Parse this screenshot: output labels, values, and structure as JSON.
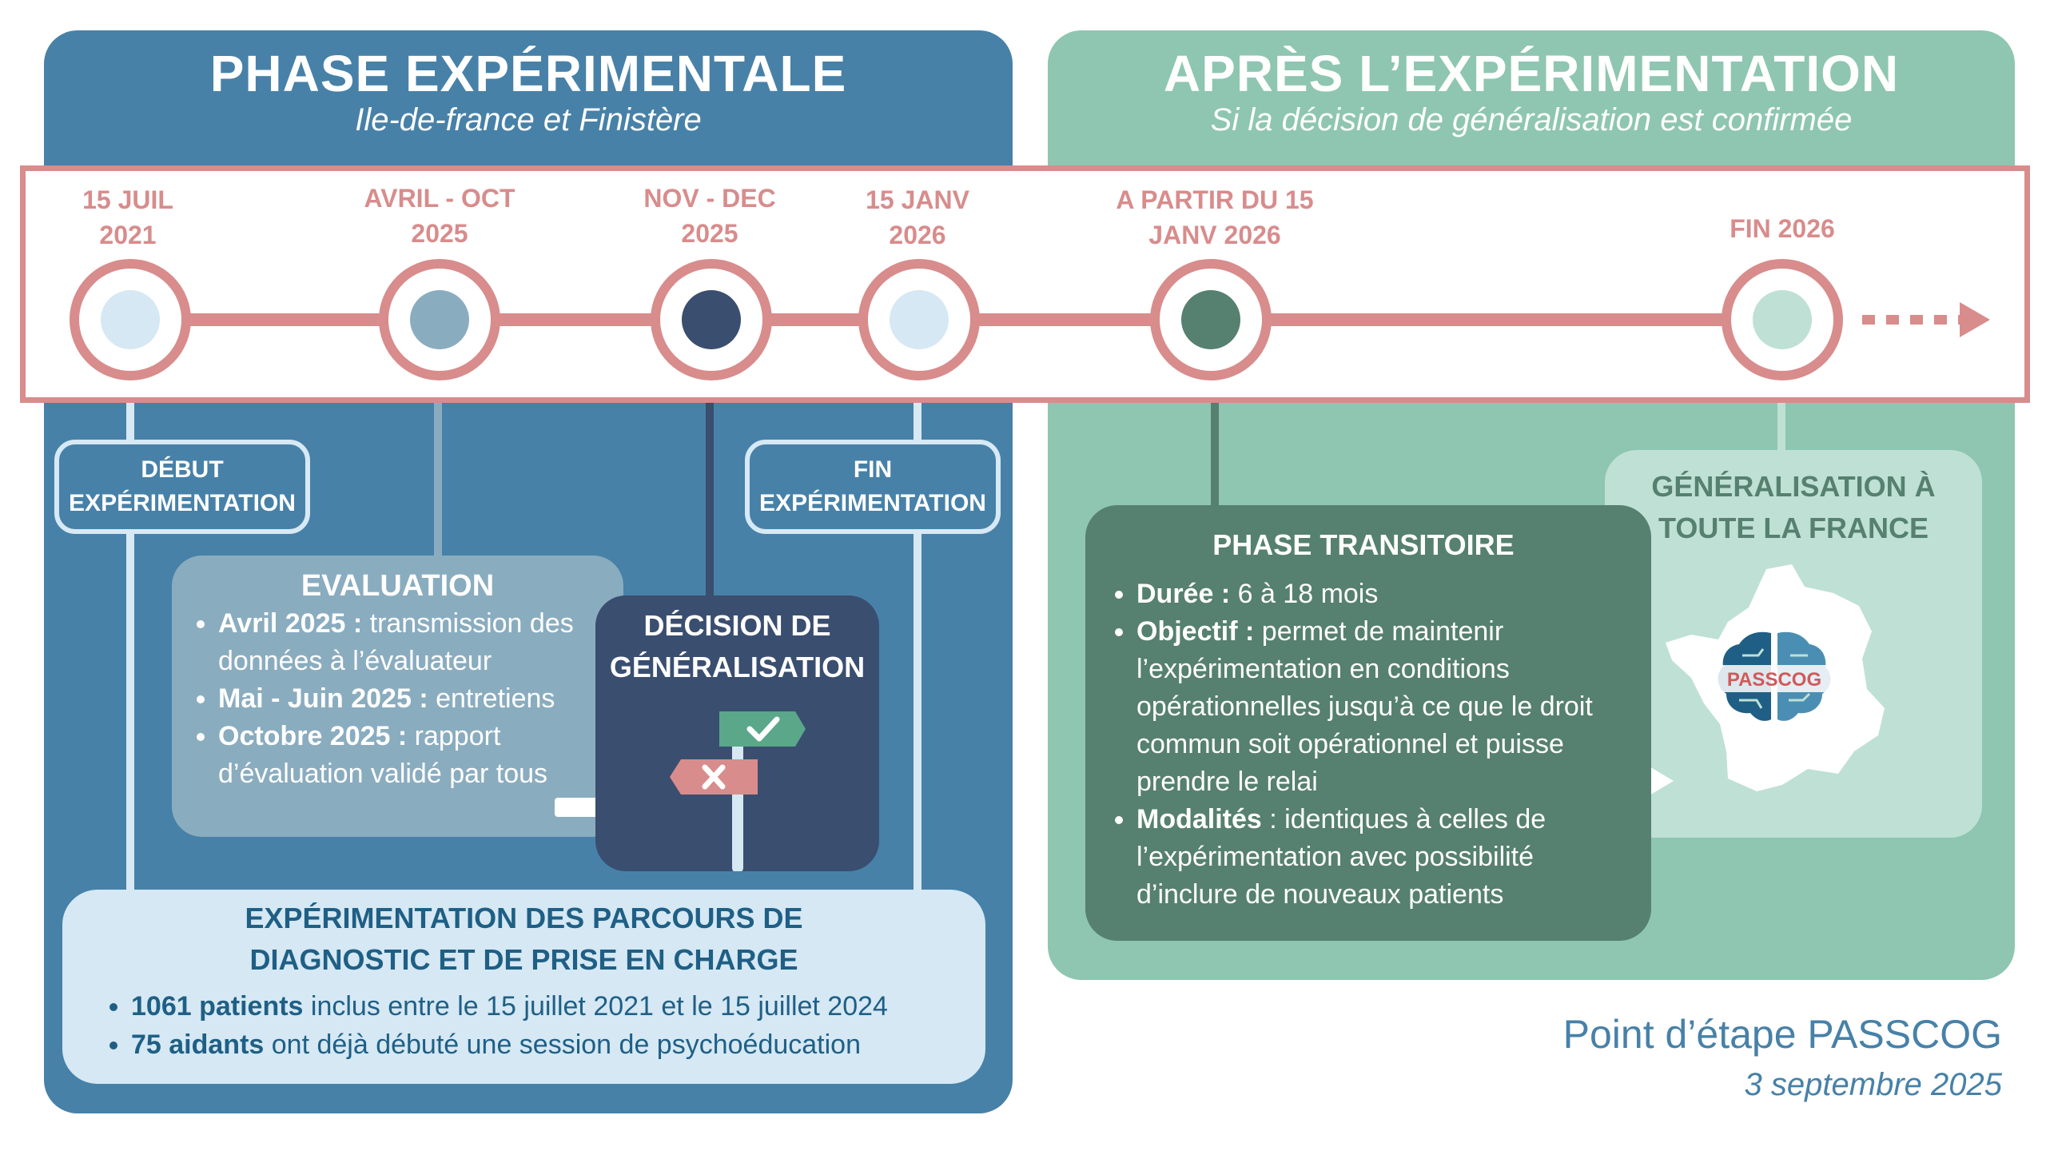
{
  "left_phase": {
    "title": "PHASE EXPÉRIMENTALE",
    "subtitle": "Ile-de-france et Finistère"
  },
  "right_phase": {
    "title": "APRÈS L’EXPÉRIMENTATION",
    "subtitle": "Si la décision de généralisation est confirmée"
  },
  "timeline": {
    "milestones": [
      {
        "date_line1": "15 JUIL",
        "date_line2": "2021",
        "color": "#d5e8f4"
      },
      {
        "date_line1": "AVRIL - OCT",
        "date_line2": "2025",
        "color": "#8aacbf"
      },
      {
        "date_line1": "NOV - DEC",
        "date_line2": "2025",
        "color": "#3a4e70"
      },
      {
        "date_line1": "15 JANV",
        "date_line2": "2026",
        "color": "#d5e8f4"
      },
      {
        "date_line1": "A PARTIR DU 15",
        "date_line2": "JANV 2026",
        "color": "#56806f"
      },
      {
        "date_line1": "FIN 2026",
        "date_line2": "",
        "color": "#bfe0d5"
      }
    ],
    "line_color": "#d88c8c"
  },
  "tags": {
    "start_line1": "DÉBUT",
    "start_line2": "EXPÉRIMENTATION",
    "end_line1": "FIN",
    "end_line2": "EXPÉRIMENTATION"
  },
  "evaluation": {
    "title": "EVALUATION",
    "items": [
      {
        "bold": "Avril 2025 :",
        "text": " transmission des données à l’évaluateur"
      },
      {
        "bold": "Mai - Juin 2025 :",
        "text": " entretiens"
      },
      {
        "bold": " Octobre 2025 :",
        "text": " rapport d’évaluation validé par tous"
      }
    ]
  },
  "decision": {
    "title_line1": "DÉCISION DE",
    "title_line2": "GÉNÉRALISATION"
  },
  "experimentation": {
    "title_line1": "EXPÉRIMENTATION DES PARCOURS DE",
    "title_line2": "DIAGNOSTIC ET DE PRISE EN CHARGE",
    "items": [
      {
        "bold": "1061 patients",
        "text": " inclus entre le 15 juillet 2021 et le 15 juillet 2024"
      },
      {
        "bold": "75 aidants",
        "text": " ont déjà débuté une session de psychoéducation"
      }
    ]
  },
  "transition": {
    "title": "PHASE TRANSITOIRE",
    "items": [
      {
        "bold": "Durée :",
        "text": " 6 à 18 mois"
      },
      {
        "bold": "Objectif :",
        "text": " permet de maintenir l’expérimentation en conditions opérationnelles jusqu’à ce que le droit commun soit opérationnel et puisse prendre le relai"
      },
      {
        "bold": "Modalités",
        "text": " : identiques à celles de l’expérimentation avec possibilité d’inclure de nouveaux patients"
      }
    ]
  },
  "generalisation": {
    "title_line1": "GÉNÉRALISATION À",
    "title_line2": "TOUTE LA FRANCE",
    "logo_text": "PASSCOG"
  },
  "footer": {
    "title": "Point d’étape PASSCOG",
    "date": "3 septembre 2025"
  },
  "icons": {
    "check": "check-icon",
    "cross": "cross-icon",
    "arrow": "arrow-right-icon",
    "signpost": "signpost-icon",
    "map": "france-map-icon"
  }
}
